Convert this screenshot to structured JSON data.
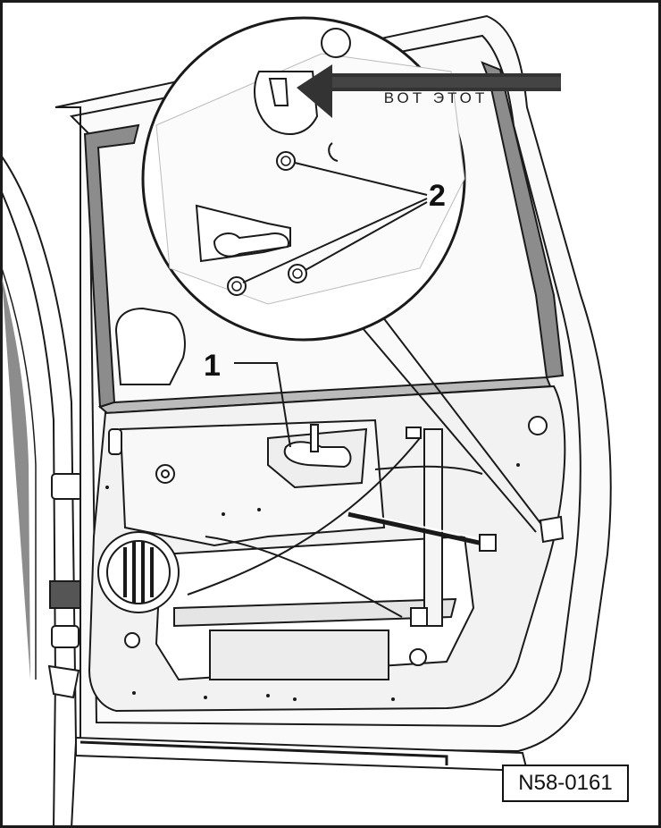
{
  "diagram": {
    "callouts": {
      "part_1": "1",
      "part_2": "2"
    },
    "overlay_caption": "ВОТ ЭТОТ",
    "figure_code": "N58-0161",
    "colors": {
      "line": "#1a1a1a",
      "panel_fill": "#f2f2f2",
      "seal_fill": "#8c8c8c",
      "arrow_fill": "#333333",
      "background": "#ffffff"
    },
    "icons": [
      "arrow-icon"
    ]
  }
}
